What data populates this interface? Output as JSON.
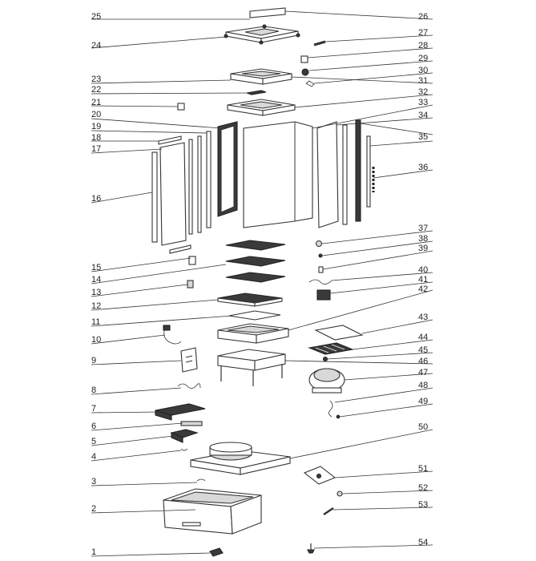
{
  "diagram": {
    "callouts_left": [
      {
        "id": "25",
        "label": "25"
      },
      {
        "id": "24",
        "label": "24"
      },
      {
        "id": "23",
        "label": "23"
      },
      {
        "id": "22",
        "label": "22"
      },
      {
        "id": "21",
        "label": "21"
      },
      {
        "id": "20",
        "label": "20"
      },
      {
        "id": "19",
        "label": "19"
      },
      {
        "id": "18",
        "label": "18"
      },
      {
        "id": "17",
        "label": "17"
      },
      {
        "id": "16",
        "label": "16"
      },
      {
        "id": "15",
        "label": "15"
      },
      {
        "id": "14",
        "label": "14"
      },
      {
        "id": "13",
        "label": "13"
      },
      {
        "id": "12",
        "label": "12"
      },
      {
        "id": "11",
        "label": "11"
      },
      {
        "id": "10",
        "label": "10"
      },
      {
        "id": "9",
        "label": "9"
      },
      {
        "id": "8",
        "label": "8"
      },
      {
        "id": "7",
        "label": "7"
      },
      {
        "id": "6",
        "label": "6"
      },
      {
        "id": "5",
        "label": "5"
      },
      {
        "id": "4",
        "label": "4"
      },
      {
        "id": "3",
        "label": "3"
      },
      {
        "id": "2",
        "label": "2"
      },
      {
        "id": "1",
        "label": "1"
      }
    ],
    "callouts_right": [
      {
        "id": "26",
        "label": "26"
      },
      {
        "id": "27",
        "label": "27"
      },
      {
        "id": "28",
        "label": "28"
      },
      {
        "id": "29",
        "label": "29"
      },
      {
        "id": "30",
        "label": "30"
      },
      {
        "id": "31",
        "label": "31"
      },
      {
        "id": "32",
        "label": "32"
      },
      {
        "id": "33",
        "label": "33"
      },
      {
        "id": "34",
        "label": "34"
      },
      {
        "id": "35",
        "label": "35"
      },
      {
        "id": "36",
        "label": "36"
      },
      {
        "id": "37",
        "label": "37"
      },
      {
        "id": "38",
        "label": "38"
      },
      {
        "id": "39",
        "label": "39"
      },
      {
        "id": "40",
        "label": "40"
      },
      {
        "id": "41",
        "label": "41"
      },
      {
        "id": "42",
        "label": "42"
      },
      {
        "id": "43",
        "label": "43"
      },
      {
        "id": "44",
        "label": "44"
      },
      {
        "id": "45",
        "label": "45"
      },
      {
        "id": "46",
        "label": "46"
      },
      {
        "id": "47",
        "label": "47"
      },
      {
        "id": "48",
        "label": "48"
      },
      {
        "id": "49",
        "label": "49"
      },
      {
        "id": "50",
        "label": "50"
      },
      {
        "id": "51",
        "label": "51"
      },
      {
        "id": "52",
        "label": "52"
      },
      {
        "id": "53",
        "label": "53"
      },
      {
        "id": "54",
        "label": "54"
      }
    ]
  }
}
